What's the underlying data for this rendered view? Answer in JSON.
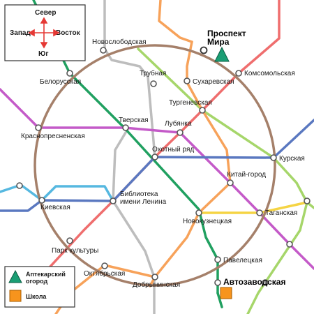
{
  "colors": {
    "ring": "#a5806a",
    "red": "#ef6e6e",
    "green": "#20a060",
    "blue": "#5a78c0",
    "lightblue": "#56b8e0",
    "orange": "#f7a25a",
    "purple": "#c45ac8",
    "gray": "#bdbdbd",
    "yellow": "#f5d444",
    "lightgreen": "#a6d66a",
    "compass_arrow": "#e53935",
    "garden_marker": "#1a9e74",
    "school_marker": "#f7941d"
  },
  "compass": {
    "north": "Север",
    "south": "Юг",
    "west": "Запад",
    "east": "Восток"
  },
  "legend": {
    "garden_label_1": "Аптекарский",
    "garden_label_2": "огород",
    "school_label": "Школа",
    "garden_icon": "triangle-marker",
    "school_icon": "square-marker"
  },
  "landmarks": {
    "prospekt_mira_1": "Проспект",
    "prospekt_mira_2": "Мира",
    "avtozavodskaya": "Автозаводская"
  },
  "stations": {
    "novoslobodskaya": "Новослободская",
    "belorusskaya": "Белорусская",
    "komsomolskaya": "Комсомольская",
    "trubnaya": "Трубная",
    "sukharevskaya": "Сухаревская",
    "turgenevskaya": "Тургеневская",
    "tverskaya": "Тверская",
    "lubyanka": "Лубянка",
    "krasnopresnenskaya": "Краснопресненская",
    "okhotny_ryad": "Охотный ряд",
    "kurskaya": "Курская",
    "kitay_gorod": "Китай-город",
    "biblioteka_1": "Библиотека",
    "biblioteka_2": "имени Ленина",
    "kievskaya": "Киевская",
    "novokuznetskaya": "Новокузнецкая",
    "taganskaya": "Таганская",
    "park_kultury": "Парк культуры",
    "paveletskaya": "Павелецкая",
    "oktyabrskaya": "Октябрьская",
    "dobryninskaya": "Добрынинская"
  }
}
